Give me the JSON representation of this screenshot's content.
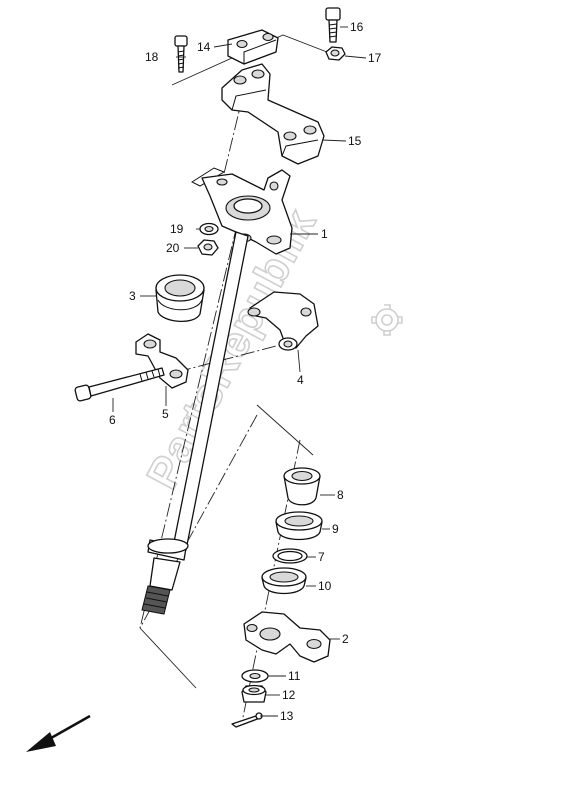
{
  "watermark": {
    "text": "PartsRepublik"
  },
  "callouts": {
    "part1": "1",
    "part2": "2",
    "part3": "3",
    "part4": "4",
    "part5": "5",
    "part6": "6",
    "part7": "7",
    "part8": "8",
    "part9": "9",
    "part10": "10",
    "part11": "11",
    "part12": "12",
    "part13": "13",
    "part14": "14",
    "part15": "15",
    "part16": "16",
    "part17": "17",
    "part18": "18",
    "part19": "19",
    "part20": "20"
  },
  "direction_arrow": {
    "icon": "front-direction-arrow-icon"
  }
}
